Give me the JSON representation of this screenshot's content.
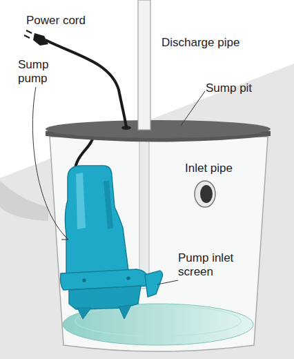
{
  "diagram": {
    "labels": [
      "Power cord",
      "Discharge pipe",
      "Sump pump",
      "Sump pit",
      "Inlet pipe",
      "Pump inlet screen"
    ]
  }
}
